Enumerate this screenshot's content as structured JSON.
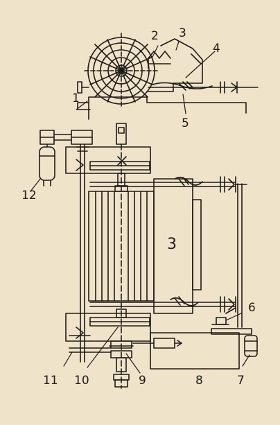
{
  "labels": {
    "l1": "1",
    "l2": "2",
    "l3a": "3",
    "l4": "4",
    "l5": "5",
    "l3b": "3",
    "l6": "6",
    "l7": "7",
    "l8": "8",
    "l9": "9",
    "l10": "10",
    "l11": "11",
    "l12": "12"
  },
  "colors": {
    "background": "#efe3c9",
    "ink": "#1e1a16"
  }
}
